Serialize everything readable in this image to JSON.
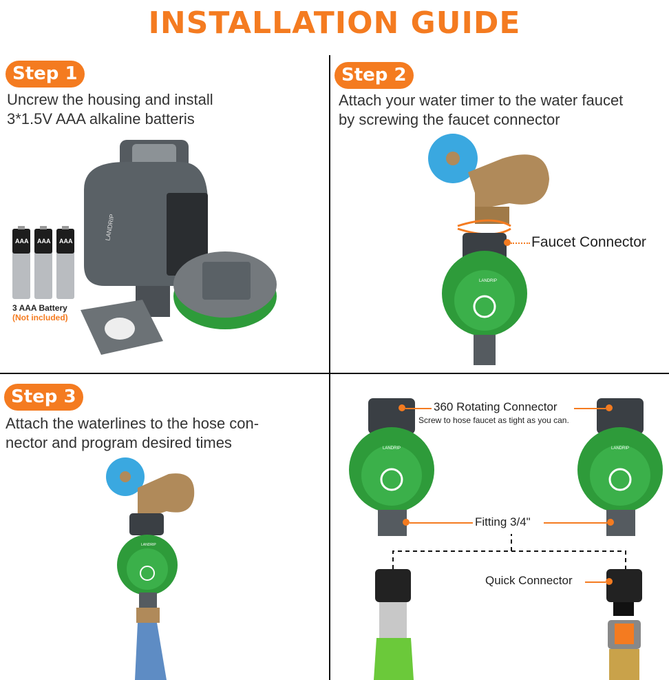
{
  "title": "INSTALLATION GUIDE",
  "steps": [
    {
      "badge": "Step 1",
      "text_line1": "Uncrew the housing and install",
      "text_line2": "3*1.5V AAA alkaline batteris"
    },
    {
      "badge": "Step 2",
      "text_line1": "Attach your water timer to the water faucet",
      "text_line2": "by screwing the faucet connector"
    },
    {
      "badge": "Step 3",
      "text_line1": "Attach the waterlines to the hose con-",
      "text_line2": "nector and program desired times"
    }
  ],
  "battery": {
    "cell_label": "AAA",
    "caption": "3 AAA Battery",
    "note": "(Not included)"
  },
  "brand": "LANDRIP",
  "labels": {
    "faucet_connector": "Faucet Connector",
    "rotating_connector": "360 Rotating Connector",
    "rotating_connector_note": "Screw to hose faucet as tight as you can.",
    "fitting": "Fitting 3/4\"",
    "quick_connector": "Quick Connector"
  },
  "colors": {
    "accent": "#f47b20",
    "timer_green": "#2e9b3a",
    "timer_gray": "#4a4f54",
    "brass": "#b08a5a",
    "valve_blue": "#3aa8e0"
  }
}
